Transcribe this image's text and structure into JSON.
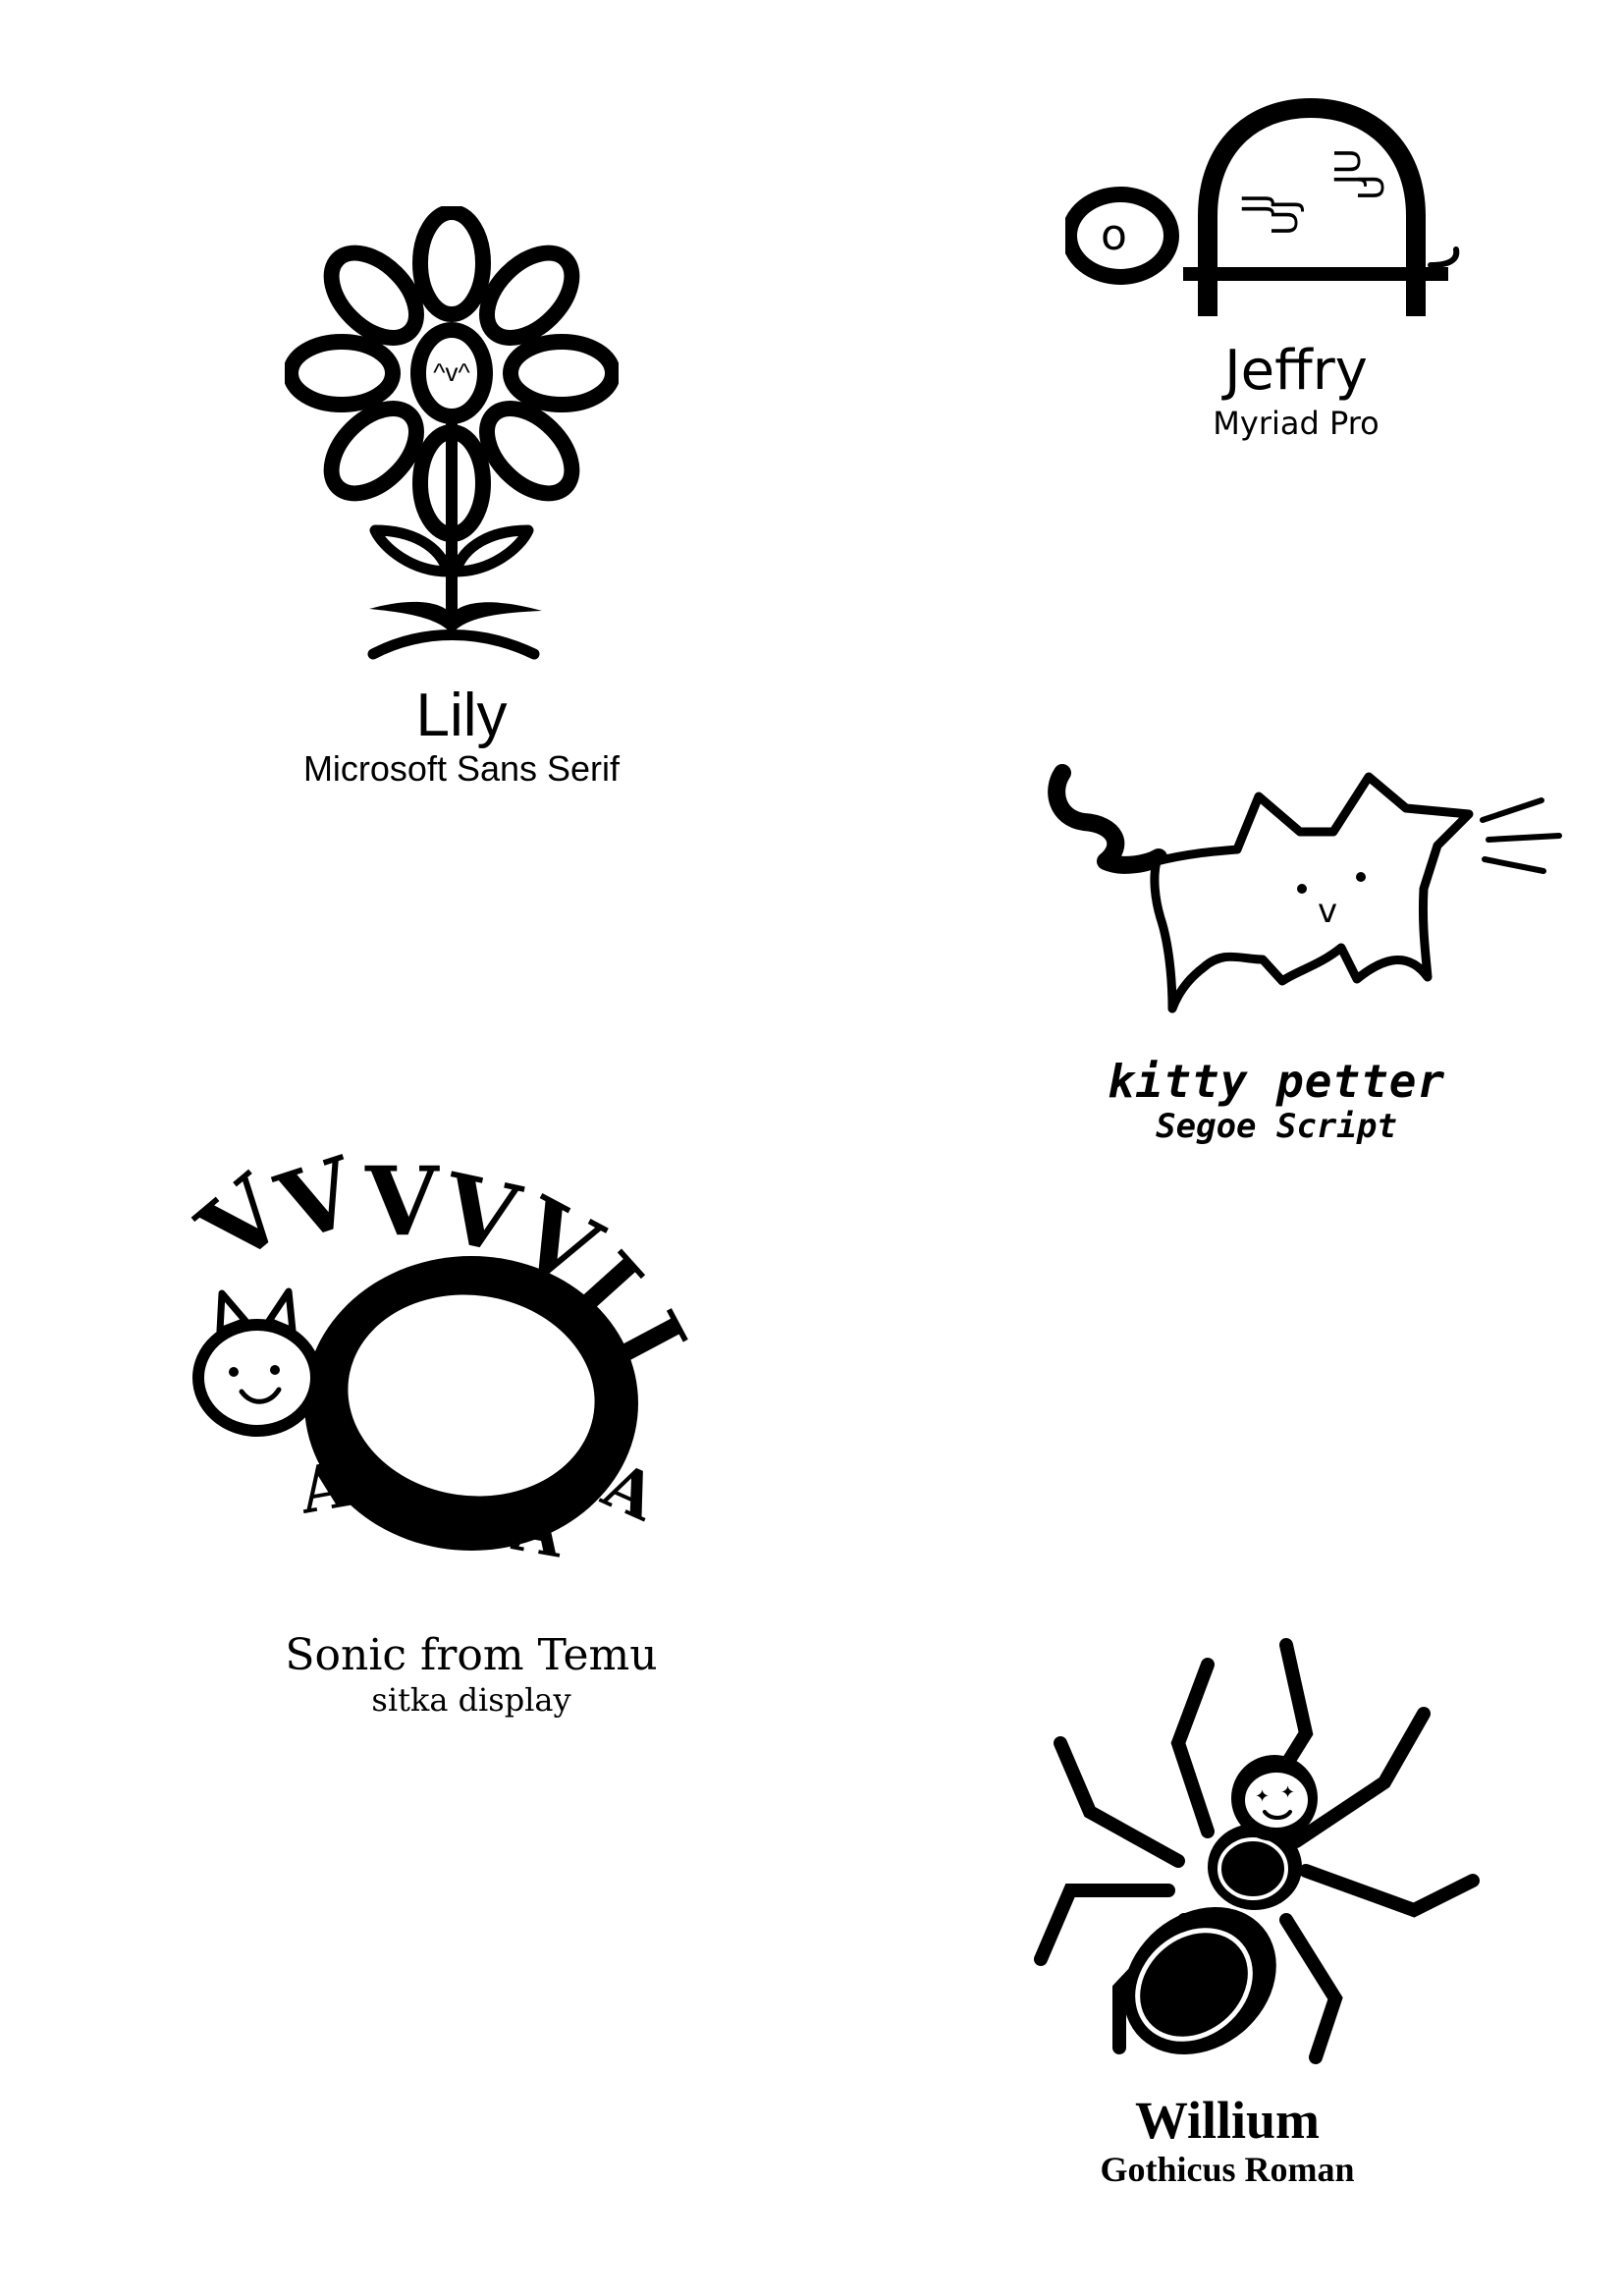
{
  "characters": [
    {
      "name": "Lily",
      "font": "Microsoft Sans Serif",
      "face": "^v^"
    },
    {
      "name": "Jeffry",
      "font": "Myriad Pro",
      "head_glyph": "o"
    },
    {
      "name": "kitty petter",
      "font": "Segoe Script",
      "face": "v"
    },
    {
      "name": "Sonic from Temu",
      "font": "sitka display"
    },
    {
      "name": "Willium",
      "font": "Gothicus Roman"
    }
  ],
  "colors": {
    "ink": "#000000",
    "paper": "#ffffff"
  }
}
